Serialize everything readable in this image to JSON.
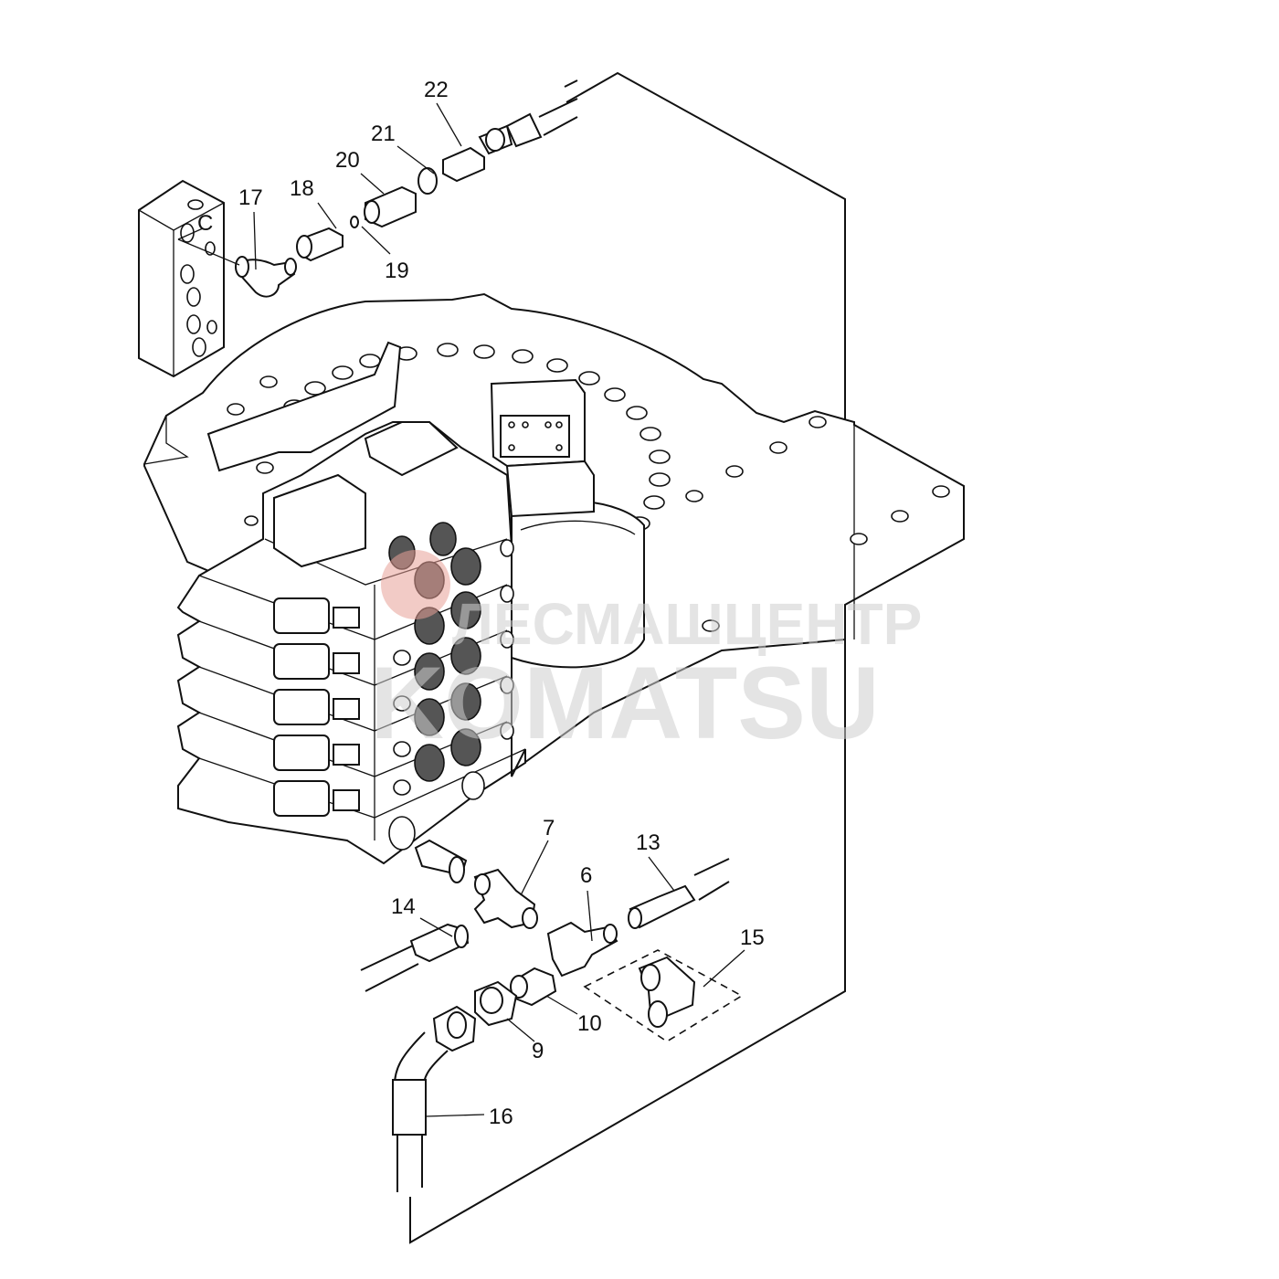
{
  "callouts": [
    {
      "id": "22",
      "text": "22"
    },
    {
      "id": "21",
      "text": "21"
    },
    {
      "id": "20",
      "text": "20"
    },
    {
      "id": "18",
      "text": "18"
    },
    {
      "id": "17",
      "text": "17"
    },
    {
      "id": "19",
      "text": "19"
    },
    {
      "id": "C",
      "text": "C"
    },
    {
      "id": "7",
      "text": "7"
    },
    {
      "id": "13",
      "text": "13"
    },
    {
      "id": "6",
      "text": "6"
    },
    {
      "id": "14",
      "text": "14"
    },
    {
      "id": "15",
      "text": "15"
    },
    {
      "id": "10",
      "text": "10"
    },
    {
      "id": "9",
      "text": "9"
    },
    {
      "id": "16",
      "text": "16"
    }
  ],
  "watermark": {
    "line1": "ЛЕСМАШЦЕНТР",
    "line2": "KOMATSU",
    "color": "#cfcfcf",
    "logo_color": "#e8a098"
  },
  "colors": {
    "line": "#111111",
    "background": "#ffffff",
    "port_shade": "#555555"
  }
}
